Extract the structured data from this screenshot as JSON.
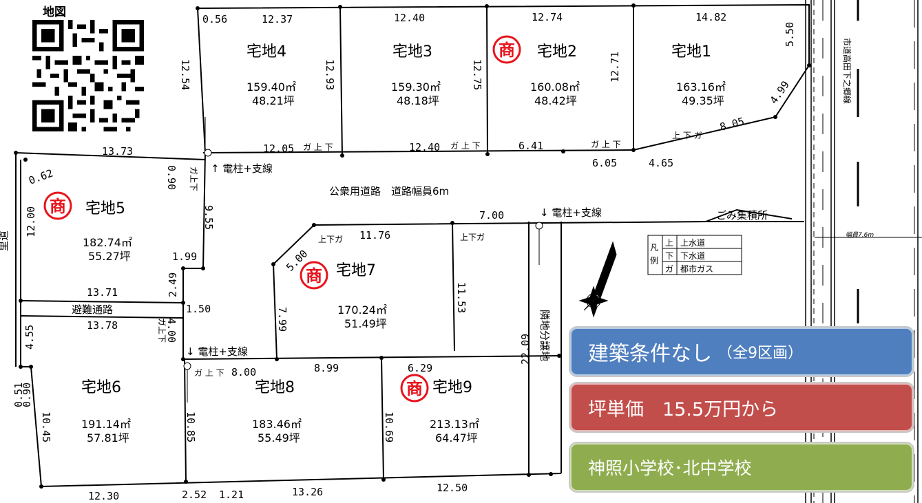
{
  "qr": {
    "title": "地図"
  },
  "lots": [
    {
      "name": "宅地1",
      "sqm": "163.16㎡",
      "tsubo": "49.35坪",
      "commercial": false
    },
    {
      "name": "宅地2",
      "sqm": "160.08㎡",
      "tsubo": "48.42坪",
      "commercial": true
    },
    {
      "name": "宅地3",
      "sqm": "159.30㎡",
      "tsubo": "48.18坪",
      "commercial": false
    },
    {
      "name": "宅地4",
      "sqm": "159.40㎡",
      "tsubo": "48.21坪",
      "commercial": false
    },
    {
      "name": "宅地5",
      "sqm": "182.74㎡",
      "tsubo": "55.27坪",
      "commercial": true
    },
    {
      "name": "宅地6",
      "sqm": "191.14㎡",
      "tsubo": "57.81坪",
      "commercial": false
    },
    {
      "name": "宅地7",
      "sqm": "170.24㎡",
      "tsubo": "51.49坪",
      "commercial": true
    },
    {
      "name": "宅地8",
      "sqm": "183.46㎡",
      "tsubo": "55.49坪",
      "commercial": false
    },
    {
      "name": "宅地9",
      "sqm": "213.13㎡",
      "tsubo": "64.47坪",
      "commercial": true
    }
  ],
  "commercial_mark": "商",
  "road": {
    "public_road": "公衆用道路　道路幅員6m",
    "pole_1": "↑ 電柱+支線",
    "pole_2": "↓ 電柱+支線",
    "pole_3": "↓ 電柱+支線",
    "evac_path": "避難通路",
    "satomichi": "里道",
    "city_road": "市道高田下之郷線",
    "road_width": "幅員7.6m",
    "garbage": "ごみ集積所",
    "neighbor": "隣地分譲地"
  },
  "utility_marks": {
    "m1": "ガ 上 下",
    "m2": "ガ 上 下",
    "m3": "ガ 上 下",
    "m4": "上 下 ガ",
    "m5": "ガ上下",
    "m6": "上下ガ",
    "m7": "上下ガ",
    "m8": "ガ上下",
    "m9": "ガ 上 下"
  },
  "legend": {
    "title": "凡例",
    "rows": [
      {
        "key": "上",
        "label": "上水道"
      },
      {
        "key": "下",
        "label": "下水道"
      },
      {
        "key": "ガ",
        "label": "都市ガス"
      }
    ]
  },
  "dimensions": {
    "d056": "0.56",
    "d1237": "12.37",
    "d1240": "12.40",
    "d1274": "12.74",
    "d1482": "14.82",
    "d550": "5.50",
    "d1254": "12.54",
    "d1293": "12.93",
    "d1275": "12.75",
    "d1271": "12.71",
    "d1205": "12.05",
    "d1240b": "12.40",
    "d641": "6.41",
    "d605": "6.05",
    "d465": "4.65",
    "d805": "8.05",
    "d499": "4.99",
    "d1373": "13.73",
    "d062": "0.62",
    "d090": "0.90",
    "d1200": "12.00",
    "d955": "9.55",
    "d199": "1.99",
    "d249": "2.49",
    "d700": "7.00",
    "d1176": "11.76",
    "d500": "5.00",
    "d1153": "11.53",
    "d799": "7.99",
    "d1371": "13.71",
    "d150": "1.50",
    "d1378": "13.78",
    "d455": "4.55",
    "d400": "4.00",
    "d800": "8.00",
    "d899": "8.99",
    "d629": "6.29",
    "d2209": "22.09",
    "d051": "0.51",
    "d090b": "0.90",
    "d1045": "10.45",
    "d1085": "10.85",
    "d1069": "10.69",
    "d1230": "12.30",
    "d252": "2.52",
    "d121": "1.21",
    "d1326": "13.26",
    "d1250": "12.50"
  },
  "info": {
    "condition": "建築条件なし",
    "condition_sub": "（全9区画）",
    "price": "坪単価　15.5万円から",
    "schools": "神照小学校･北中学校"
  },
  "colors": {
    "commercial_red": "#e8141c",
    "blue_badge": "#4f7fbf",
    "red_badge": "#c24e4b",
    "green_badge": "#8fad4f"
  }
}
